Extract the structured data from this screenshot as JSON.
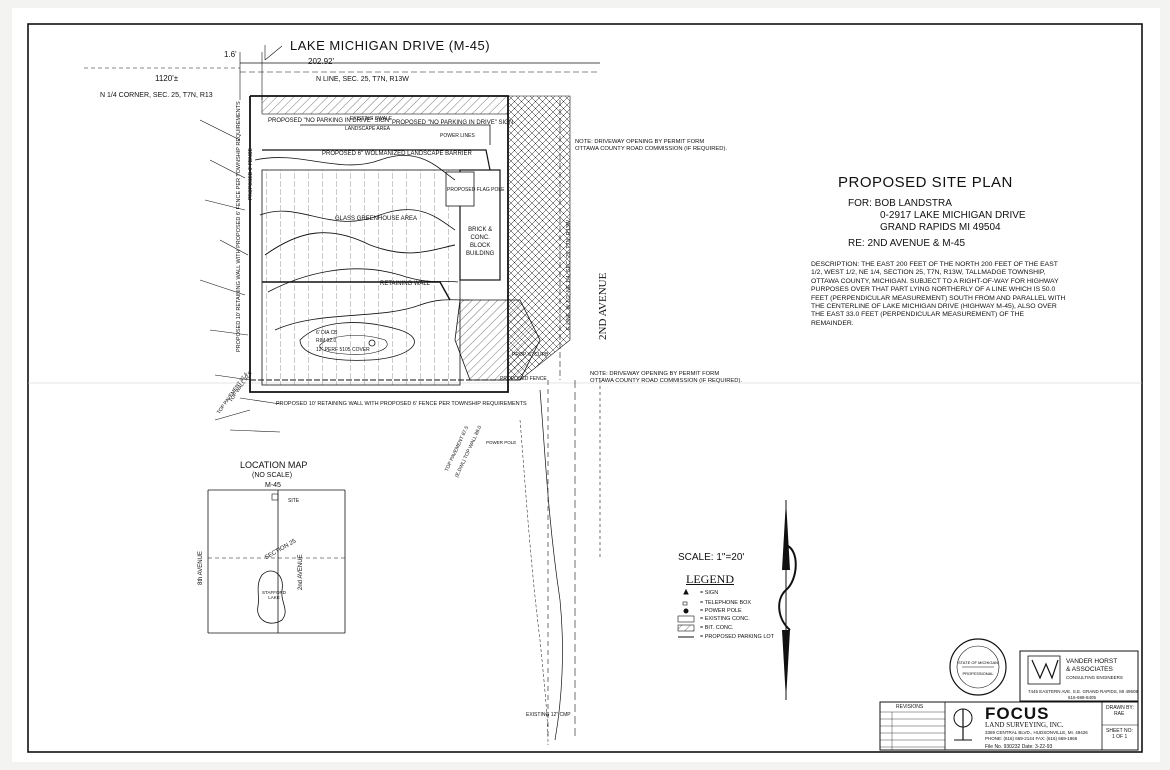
{
  "title": "PROPOSED SITE PLAN",
  "client": {
    "for_line": "FOR:  BOB LANDSTRA",
    "address_1": "0-2917 LAKE MICHIGAN DRIVE",
    "address_2": "GRAND RAPIDS MI 49504",
    "re_line": "RE: 2ND AVENUE & M-45"
  },
  "description": "DESCRIPTION:  THE EAST 200 FEET OF THE NORTH 200 FEET OF THE EAST 1/2, WEST 1/2, NE 1/4, SECTION 25, T7N, R13W, TALLMADGE TOWNSHIP, OTTAWA COUNTY, MICHIGAN.  SUBJECT TO A RIGHT-OF-WAY FOR HIGHWAY PURPOSES OVER THAT PART LYING NORTHERLY OF A LINE WHICH IS 50.0 FEET (PERPENDICULAR MEASUREMENT) SOUTH FROM AND PARALLEL WITH THE CENTERLINE OF LAKE MICHIGAN DRIVE (HIGHWAY M-45), ALSO OVER THE EAST 33.0 FEET (PERPENDICULAR MEASUREMENT) OF THE REMAINDER.",
  "roads": {
    "north": "LAKE MICHIGAN DRIVE (M-45)",
    "east": "2ND AVENUE"
  },
  "dimensions": {
    "offset": "1.6'",
    "frontage": "202.92'",
    "to_corner": "1120'±"
  },
  "labels": {
    "n_line": "N LINE, SEC. 25, T7N, R13W",
    "n_corner": "N 1/4 CORNER, SEC. 25, T7N, R13",
    "e_line": "E LINE, W 1/2, NE 1/4, SEC. 25, T7N, R13W",
    "building": [
      "BRICK &",
      "CONC.",
      "BLOCK",
      "BUILDING"
    ],
    "greenhouse": "GLASS GREENHOUSE AREA",
    "retaining_wall": "RETAINING WALL",
    "fence_west": "PROPOSED 10' RETAINING WALL WITH PROPOSED 6' FENCE PER TOWNSHIP REQUIREMENTS",
    "fence_south": "PROPOSED 10' RETAINING WALL WITH PROPOSED 6' FENCE PER TOWNSHIP REQUIREMENTS",
    "landscape_barrier": "PROPOSED 6\" WOLMANIZED LANDSCAPE BARRIER",
    "no_parking_1": "PROPOSED \"NO PARKING IN DRIVE\" SIGN",
    "no_parking_2": "PROPOSED \"NO PARKING IN DRIVE\" SIGN",
    "landscape_area": "LANDSCAPE AREA",
    "existing_swale": "EXISTING SWALE",
    "power_lines": "POWER LINES",
    "proposed_fence": "PROPOSED 6' FENCE",
    "flag_pole": "PROPOSED FLAG POLE",
    "cb": "6' DIA CB",
    "cb_rim": "RIM 92.0",
    "cb_cover": "12\" PERF 5105 COVER",
    "power_pole": "POWER POLE",
    "culvert": "EXISTING 12\" CMP",
    "top_pavement": "TOP PAVEMENT 87.4",
    "top_wall": "TOP WALL 92.5",
    "top_pavement_2": "TOP PAVEMENT 87.5",
    "top_wall_2": "(E.DWL) TOP WALL 89.0",
    "proposed_5_fence": "PROPOSED FENCE",
    "drop_curb": "PROP. 6\" CURB"
  },
  "notes": {
    "top": [
      "NOTE: DRIVEWAY OPENING BY PERMIT FORM",
      "OTTAWA COUNTY ROAD COMMISSION (IF REQUIRED)."
    ],
    "bottom": [
      "NOTE: DRIVEWAY OPENING BY PERMIT FORM",
      "OTTAWA COUNTY ROAD COMMISSION (IF REQUIRED)."
    ]
  },
  "scale": "SCALE:  1\"=20'",
  "legend": {
    "title": "LEGEND",
    "items": [
      {
        "symbol": "sign",
        "label": "= SIGN"
      },
      {
        "symbol": "telephone-box",
        "label": "= TELEPHONE BOX"
      },
      {
        "symbol": "power-pole",
        "label": "= POWER POLE"
      },
      {
        "symbol": "existing-conc",
        "label": "= EXISTING CONC."
      },
      {
        "symbol": "bit-conc",
        "label": "= BIT. CONC."
      },
      {
        "symbol": "proposed-parking",
        "label": "= PROPOSED PARKING LOT"
      }
    ]
  },
  "location_map": {
    "title": "LOCATION MAP",
    "subtitle": "(NO SCALE)",
    "road_top": "M-45",
    "site": "SITE",
    "section": "SECTION 25",
    "west_road": "8th AVENUE",
    "east_road": "2nd AVENUE",
    "lake": "STAFFORD LAKE"
  },
  "engineer": {
    "name_1": "VANDER HORST",
    "name_2": "& ASSOCIATES",
    "sub": "CONSULTING ENGINEERS",
    "address": "7445 EASTERN AVE. S.E. GRAND RAPIDS, MI 49508",
    "phone": "616-698-8405"
  },
  "surveyor": {
    "name": "FOCUS",
    "sub": "LAND SURVEYING, INC.",
    "address": "3369 CENTRAL BLVD., HUDSONVILLE, MI. 49426",
    "phone": "PHONE: (616) 669-2144   FAX: (616) 669-1966",
    "file_no": "File No. 930232   Date: 3-22-93"
  },
  "title_block": {
    "revisions": "REVISIONS",
    "drawn_by_label": "DRAWN BY:",
    "drawn_by": "RAE",
    "sheet_label": "SHEET NO:",
    "sheet": "1 OF 1"
  },
  "colors": {
    "ink": "#111111",
    "paper": "#ffffff",
    "background": "#f3f3f1"
  }
}
